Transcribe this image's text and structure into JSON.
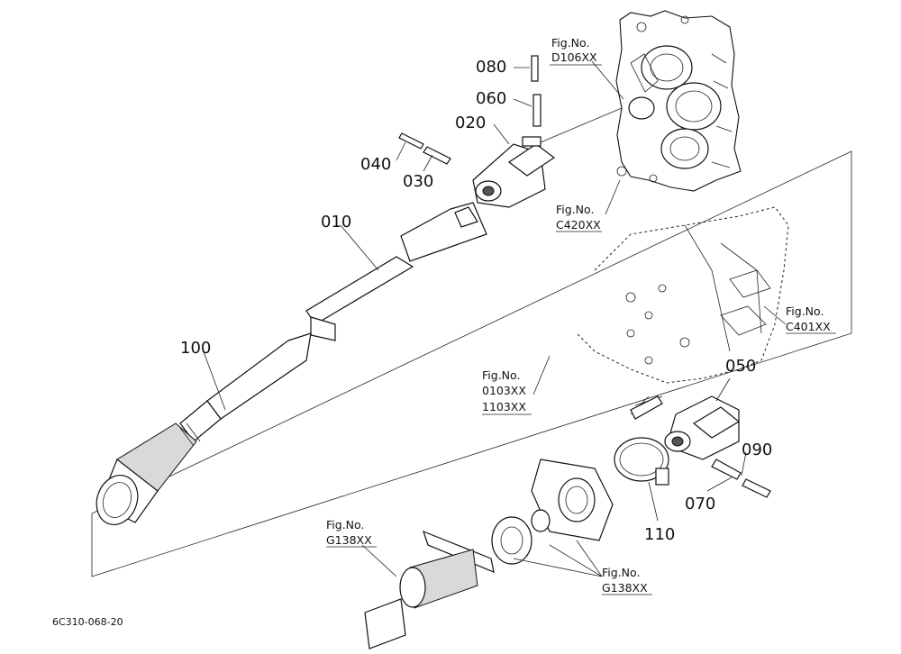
{
  "parts": [
    {
      "key": "p080",
      "number": "080"
    },
    {
      "key": "p060",
      "number": "060"
    },
    {
      "key": "p020",
      "number": "020"
    },
    {
      "key": "p040",
      "number": "040"
    },
    {
      "key": "p030",
      "number": "030"
    },
    {
      "key": "p010",
      "number": "010"
    },
    {
      "key": "p100",
      "number": "100"
    },
    {
      "key": "p050",
      "number": "050"
    },
    {
      "key": "p090",
      "number": "090"
    },
    {
      "key": "p070",
      "number": "070"
    },
    {
      "key": "p110",
      "number": "110"
    }
  ],
  "figure_refs": {
    "d106": {
      "prefix": "Fig.No.",
      "code": "D106XX"
    },
    "c420": {
      "prefix": "Fig.No.",
      "code": "C420XX"
    },
    "c401": {
      "prefix": "Fig.No.",
      "code": "C401XX"
    },
    "f0103": {
      "prefix": "Fig.No.",
      "code1": "0103XX",
      "code2": "1103XX"
    },
    "g138_left": {
      "prefix": "Fig.No.",
      "code": "G138XX"
    },
    "g138_right": {
      "prefix": "Fig.No.",
      "code": "G138XX"
    }
  },
  "footer": {
    "drawing_id": "6C310-068-20"
  }
}
